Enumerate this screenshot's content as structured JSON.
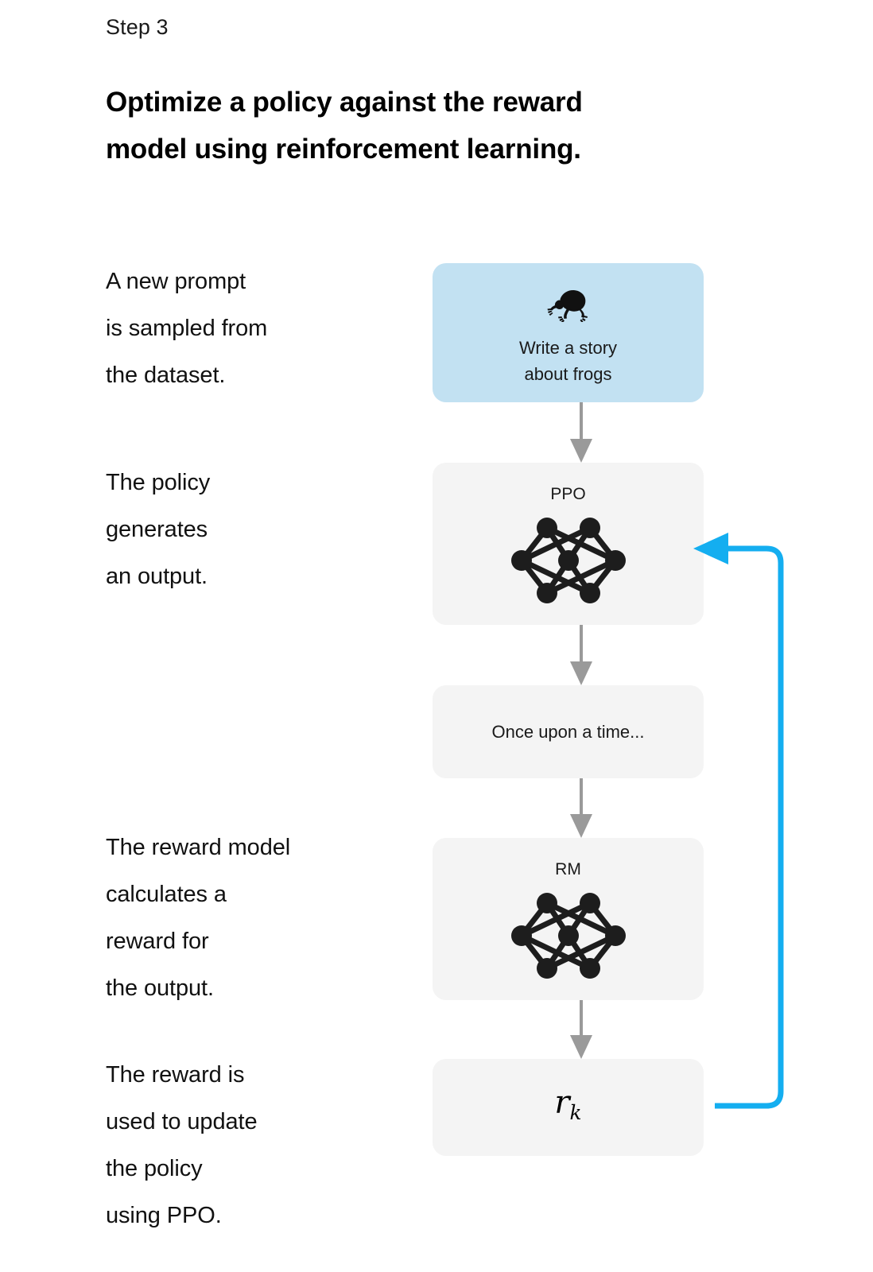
{
  "header": {
    "step_label": "Step 3",
    "headline": "Optimize a policy against the reward model using reinforcement learning."
  },
  "notes": [
    {
      "id": "note-0",
      "text": "A new prompt\nis sampled from\nthe dataset."
    },
    {
      "id": "note-1",
      "text": "The policy\ngenerates\nan output."
    },
    {
      "id": "note-2",
      "text": "The reward model\ncalculates a\nreward for\nthe output."
    },
    {
      "id": "note-3",
      "text": "The reward is\nused to update\nthe policy\nusing PPO."
    }
  ],
  "flow": {
    "prompt_card": {
      "icon": "frog-icon",
      "text": "Write a story\nabout frogs",
      "color": "#c2e1f2"
    },
    "policy_card": {
      "label": "PPO",
      "icon": "neural-network-icon",
      "color": "#f4f4f4"
    },
    "output_card": {
      "text": "Once upon a time...",
      "color": "#f4f4f4"
    },
    "reward_model_card": {
      "label": "RM",
      "icon": "neural-network-icon",
      "color": "#f4f4f4"
    },
    "reward_card": {
      "symbol": "r",
      "subscript": "k",
      "color": "#f4f4f4"
    },
    "arrow_color": "#9a9a9a",
    "feedback_arrow_color": "#14aef0"
  }
}
